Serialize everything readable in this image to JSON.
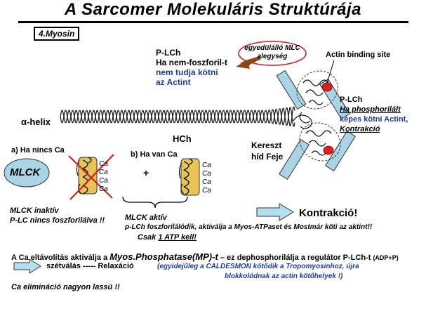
{
  "title": "A Sarcomer Molekuláris Struktúrája",
  "section": "4.Myosin",
  "top_left": {
    "line1": "P-LCh",
    "line2": "Ha nem-foszforil-t",
    "line3": "nem tudja kötni",
    "line4": "az Actint"
  },
  "callout": {
    "line1": "egyedülálló MLC",
    "line2": "alegység"
  },
  "actin_binding_site": "Actin binding site",
  "right_plch": {
    "line1": "P-LCh",
    "line2": "Ha phosphorilált",
    "line3": "képes kötni Actint,",
    "line4": "Kontrakció"
  },
  "alpha_helix": "α-helix",
  "hch": "HCh",
  "kereszt": {
    "line1": "Kereszt",
    "line2": "híd Feje"
  },
  "case_a": "a) Ha nincs Ca",
  "case_b": "b) Ha van Ca",
  "mlck": "MLCK",
  "plus": "+",
  "ca_label": "Ca",
  "mlck_inactive": {
    "line1": "MLCK inaktív",
    "line2": "P-LC nincs foszforilálva !!"
  },
  "mlck_active": {
    "line1": "MLCK aktív",
    "line2": "p-LCh  foszforilálódik, aktiválja a Myos-ATPaset és Mostmár köti az aktint!!",
    "line3_pre": "Csak ",
    "line3_u": "1 ATP kell!"
  },
  "kontrakcio": "Kontrakció!",
  "bottom": {
    "line1_a": "A Ca eltávolítás aktiválja a ",
    "line1_b": "Myos.Phosphatase(MP)-t",
    "line1_c": " – ez dephosphorilálja a regulátor P-LCh-t ",
    "line1_d": "(ADP+P)",
    "line2_a": "szétválás ----- Relaxáció",
    "line2_b": "(egyidejűleg a CALDESMON kötődik a Tropomyosinhoz, újra",
    "line3": "blokkolódnak az actin kötőhelyek !)",
    "line4": "Ca elimináció nagyon lassú !!"
  },
  "colors": {
    "blue_text": "#1f3a9a",
    "orange_cylinder": "#e8c35a",
    "light_blue": "#a8d4e6",
    "red_site": "#e02020",
    "arrow_fill": "#b4dff0",
    "arrow_brown": "#8b4513"
  }
}
